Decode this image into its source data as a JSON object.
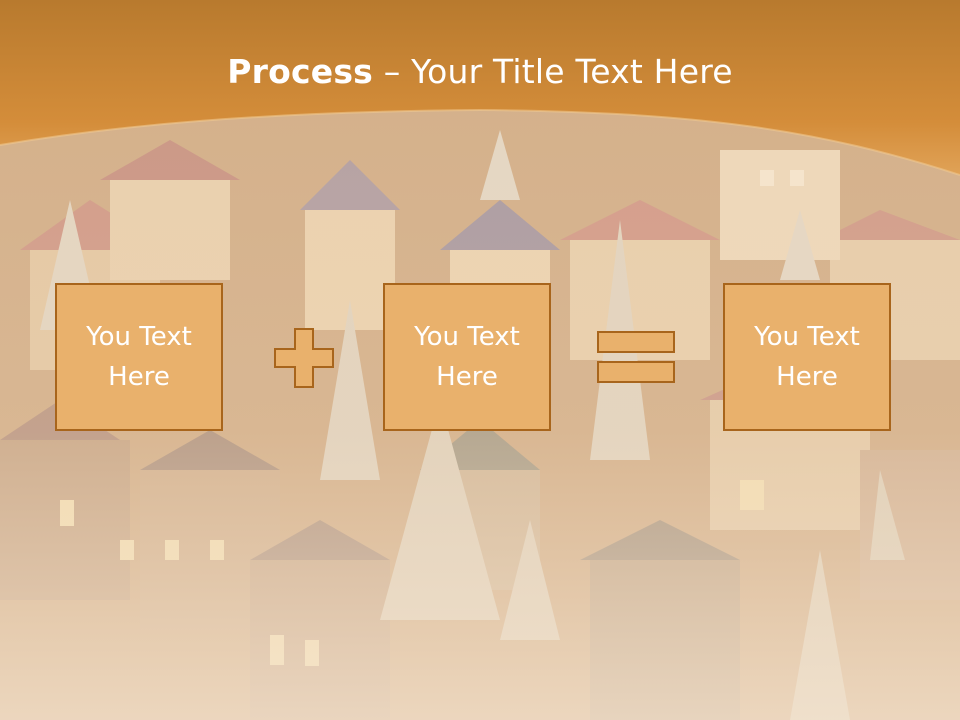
{
  "slide": {
    "title_bold": "Process",
    "title_rest": " – Your Title Text Here"
  },
  "process": {
    "boxes": [
      {
        "text": "You Text\nHere"
      },
      {
        "text": "You Text\nHere"
      },
      {
        "text": "You Text\nHere"
      }
    ],
    "operators": [
      "plus-icon",
      "equals-icon"
    ]
  },
  "colors": {
    "accent": "#d98f35",
    "box_fill": "#e9b16c",
    "box_border": "#a8651c",
    "text": "#ffffff"
  }
}
